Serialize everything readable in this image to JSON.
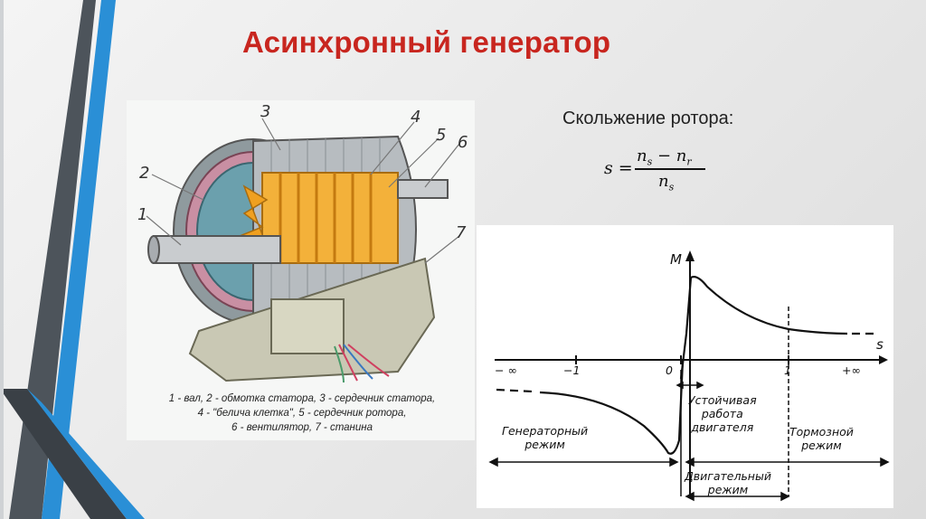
{
  "slide": {
    "title": "Асинхронный генератор",
    "slip_label": "Скольжение ротора:",
    "formula": {
      "lhs": "s =",
      "num_a": "n",
      "num_a_sub": "s",
      "minus": " − ",
      "num_b": "n",
      "num_b_sub": "r",
      "den": "n",
      "den_sub": "s"
    }
  },
  "machine": {
    "callouts": [
      "1",
      "2",
      "3",
      "4",
      "5",
      "6",
      "7"
    ],
    "caption": {
      "line1": "1 - вал, 2 - обмотка статора, 3 - сердечник статора,",
      "line2": "4 - \"белича клетка\", 5 - сердечник ротора,",
      "line3": "6 - вентилятор, 7 - станина"
    }
  },
  "graph": {
    "y_axis_label": "M",
    "x_axis_label": "s",
    "ticks": [
      "− ∞",
      "−1",
      "0",
      "1",
      "+∞"
    ],
    "regions": {
      "generator": [
        "Генераторный",
        "режим"
      ],
      "stable": [
        "Устойчивая",
        "работа",
        "двигателя"
      ],
      "brake": [
        "Тормозной",
        "режим"
      ],
      "motor": [
        "Двигательный",
        "режим"
      ]
    },
    "colors": {
      "title": "#c8261f",
      "deco_blue": "#2a8fd6",
      "deco_gray": "#555c63"
    }
  }
}
